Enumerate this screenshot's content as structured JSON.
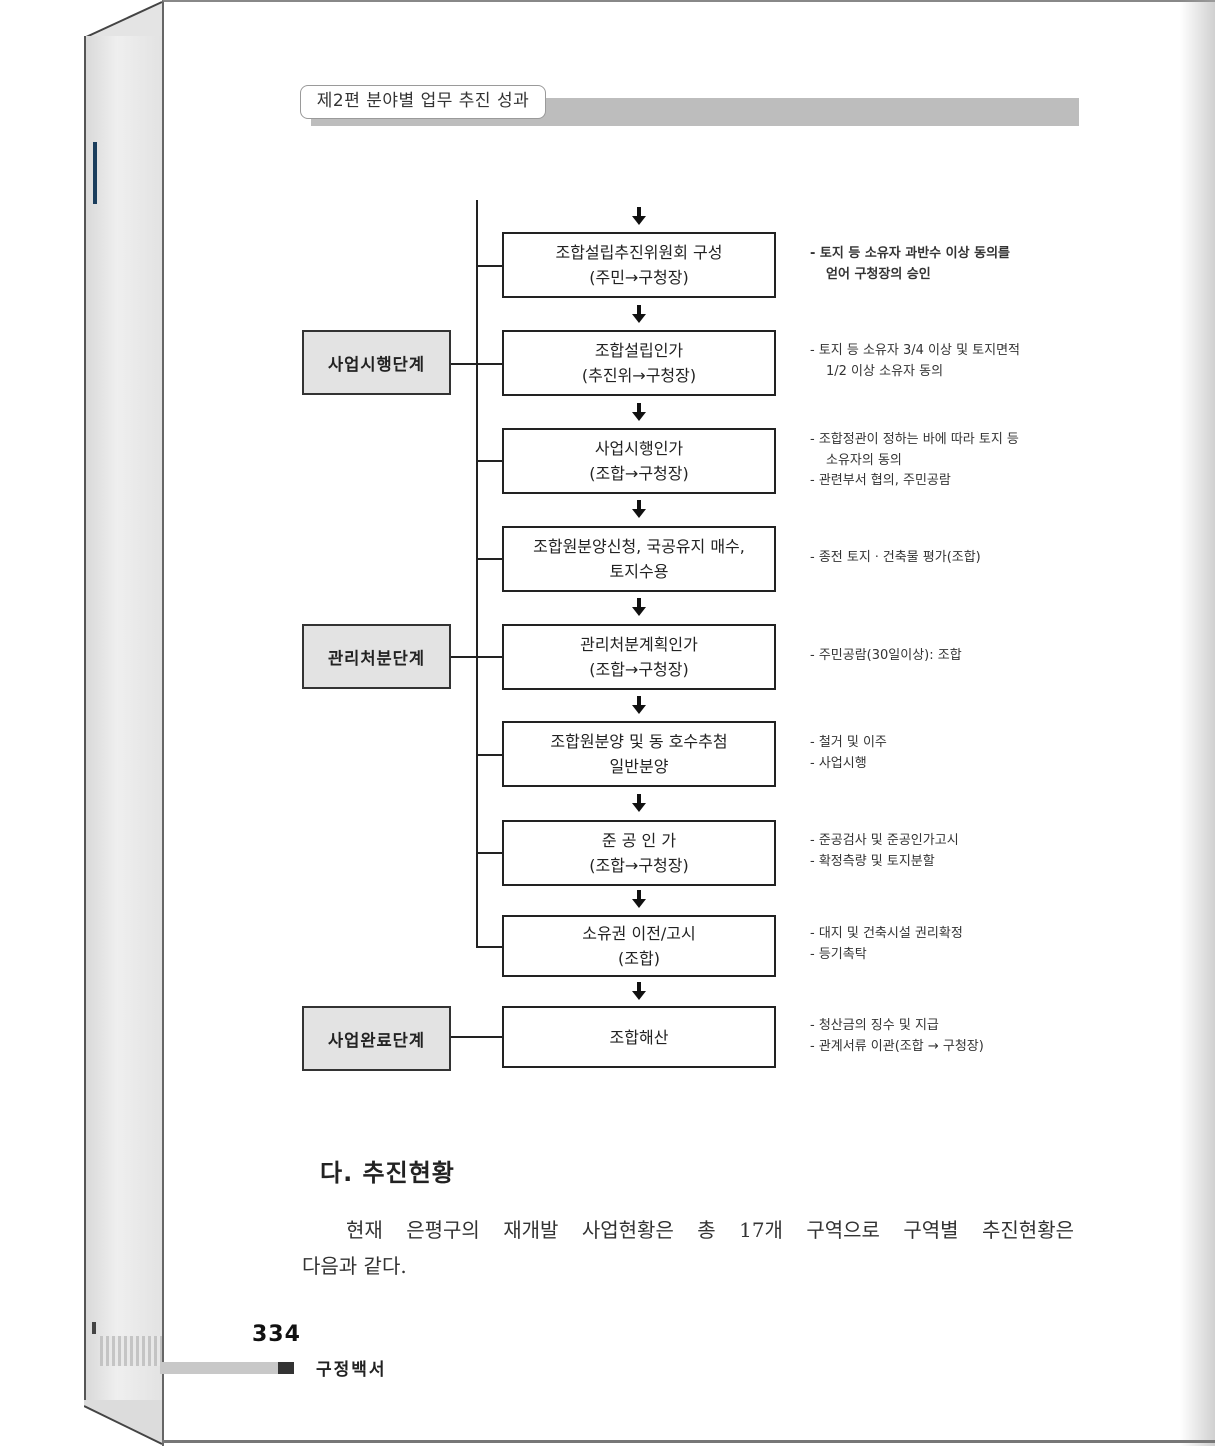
{
  "header": {
    "tab_label": "제2편 분야별 업무 추진 성과"
  },
  "flow": {
    "steps": [
      {
        "line1": "조합설립추진위원회 구성",
        "line2": "(주민→구청장)"
      },
      {
        "line1": "조합설립인가",
        "line2": "(추진위→구청장)"
      },
      {
        "line1": "사업시행인가",
        "line2": "(조합→구청장)"
      },
      {
        "line1": "조합원분양신청, 국공유지 매수,",
        "line2": "토지수용"
      },
      {
        "line1": "관리처분계획인가",
        "line2": "(조합→구청장)"
      },
      {
        "line1": "조합원분양 및 동 호수추첨",
        "line2": "일반분양"
      },
      {
        "line1": "준 공 인 가",
        "line2": "(조합→구청장)"
      },
      {
        "line1": "소유권 이전/고시",
        "line2": "(조합)"
      },
      {
        "line1": "조합해산",
        "line2": ""
      }
    ],
    "stages": [
      {
        "label": "사업시행단계"
      },
      {
        "label": "관리처분단계"
      },
      {
        "label": "사업완료단계"
      }
    ],
    "notes": [
      [
        "- 토지 등 소유자 과반수 이상 동의를",
        "  얻어 구청장의 승인"
      ],
      [
        "- 토지 등 소유자 3/4 이상 및 토지면적",
        "  1/2 이상 소유자 동의"
      ],
      [
        "- 조합정관이 정하는 바에 따라 토지 등",
        "  소유자의 동의",
        "- 관련부서 협의, 주민공람"
      ],
      [
        "- 종전 토지ㆍ건축물 평가(조합)"
      ],
      [
        "- 주민공람(30일이상): 조합"
      ],
      [
        "- 철거 및 이주",
        "- 사업시행"
      ],
      [
        "- 준공검사 및 준공인가고시",
        "- 확정측량 및 토지분할"
      ],
      [
        "- 대지 및 건축시설 권리확정",
        "- 등기촉탁"
      ],
      [
        "- 청산금의 징수 및 지급",
        "- 관계서류 이관(조합 → 구청장)"
      ]
    ]
  },
  "section": {
    "heading": "다. 추진현황",
    "body_line1": "현재 은평구의 재개발 사업현황은 총 17개 구역으로 구역별 추진현황은",
    "body_line2": "다음과 같다."
  },
  "footer": {
    "page_number": "334",
    "title": "구정백서"
  }
}
